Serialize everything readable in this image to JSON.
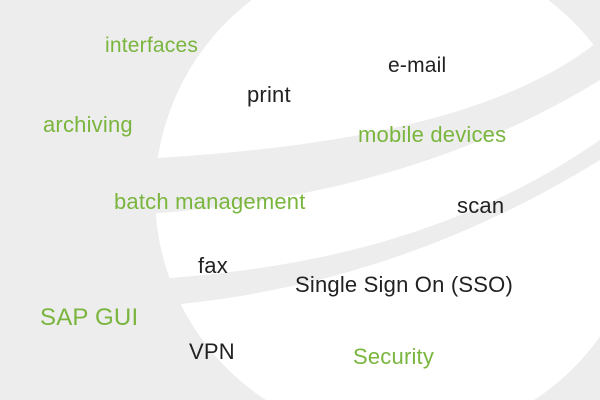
{
  "colors": {
    "background": "#ededed",
    "logo": "#ffffff",
    "green": "#7ab53e",
    "dark": "#222222"
  },
  "words": {
    "interfaces": "interfaces",
    "email": "e-mail",
    "print": "print",
    "archiving": "archiving",
    "mobile_devices": "mobile devices",
    "batch_management": "batch management",
    "scan": "scan",
    "fax": "fax",
    "sso": "Single Sign On (SSO)",
    "sap_gui": "SAP GUI",
    "vpn": "VPN",
    "security": "Security"
  },
  "background_graphic": {
    "icon": "globe-swoosh-logo-icon"
  }
}
